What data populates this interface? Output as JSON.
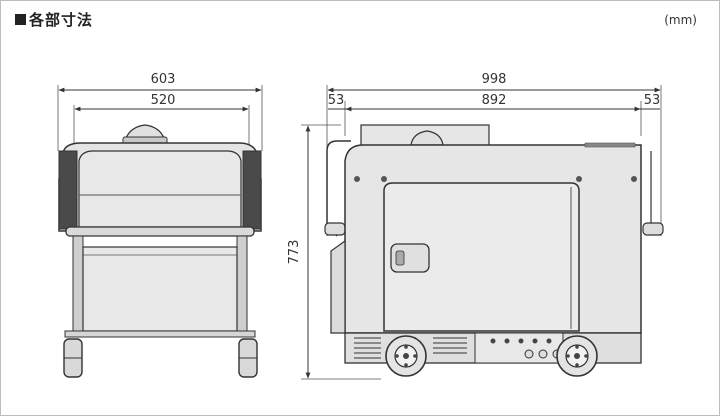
{
  "header": {
    "title": "各部寸法",
    "unit": "(mm)"
  },
  "front_view": {
    "overall_width": "603",
    "body_width": "520"
  },
  "side_view": {
    "overall_length": "998",
    "left_offset": "53",
    "body_length": "892",
    "right_offset": "53",
    "height": "773"
  },
  "colors": {
    "line": "#333333",
    "body": "#e6e6e6",
    "dark": "#444444"
  }
}
